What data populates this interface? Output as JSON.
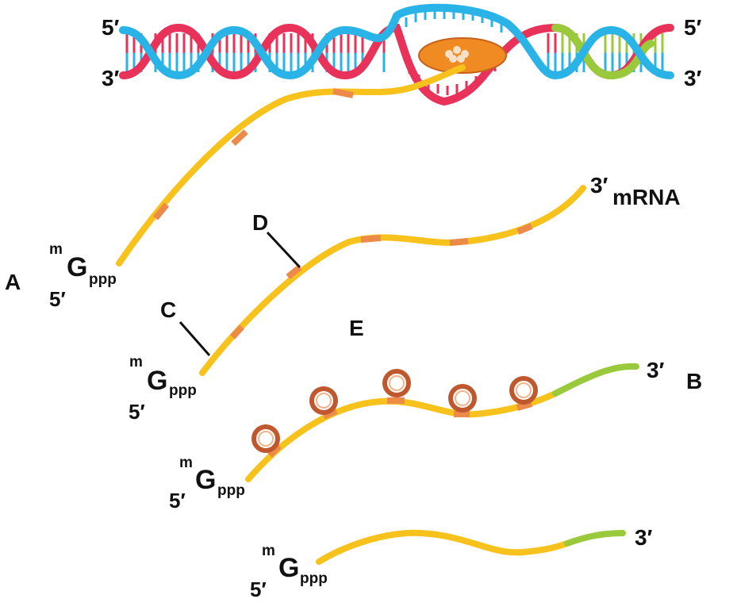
{
  "dna": {
    "left_top": "5′",
    "left_bottom": "3′",
    "right_top": "5′",
    "right_bottom": "3′",
    "polymerase_icon": "rna-polymerase-icon"
  },
  "labels": {
    "A": "A",
    "B": "B",
    "C": "C",
    "D": "D",
    "E": "E"
  },
  "strand_transcribing": {
    "cap_m": "m",
    "cap_G": "G",
    "cap_ppp": "ppp",
    "five_prime": "5′"
  },
  "strand_mrna": {
    "cap_m": "m",
    "cap_G": "G",
    "cap_ppp": "ppp",
    "five_prime": "5′",
    "three_prime": "3′",
    "name": "mRNA"
  },
  "strand_translating": {
    "cap_m": "m",
    "cap_G": "G",
    "cap_ppp": "ppp",
    "five_prime": "5′",
    "three_prime": "3′",
    "ribosome_icon": "ribosome-icon"
  },
  "strand_final": {
    "cap_m": "m",
    "cap_G": "G",
    "cap_ppp": "ppp",
    "five_prime": "5′",
    "three_prime": "3′"
  },
  "colors": {
    "dna_blue": "#2ab3e6",
    "dna_red": "#e8325a",
    "dna_green": "#9ac93c",
    "mrna_yellow": "#f7c21b",
    "mrna_orange": "#ec8a4a",
    "polymerase": "#f08a22",
    "ribosome": "#c0582f",
    "tail_green": "#9ac93c"
  }
}
